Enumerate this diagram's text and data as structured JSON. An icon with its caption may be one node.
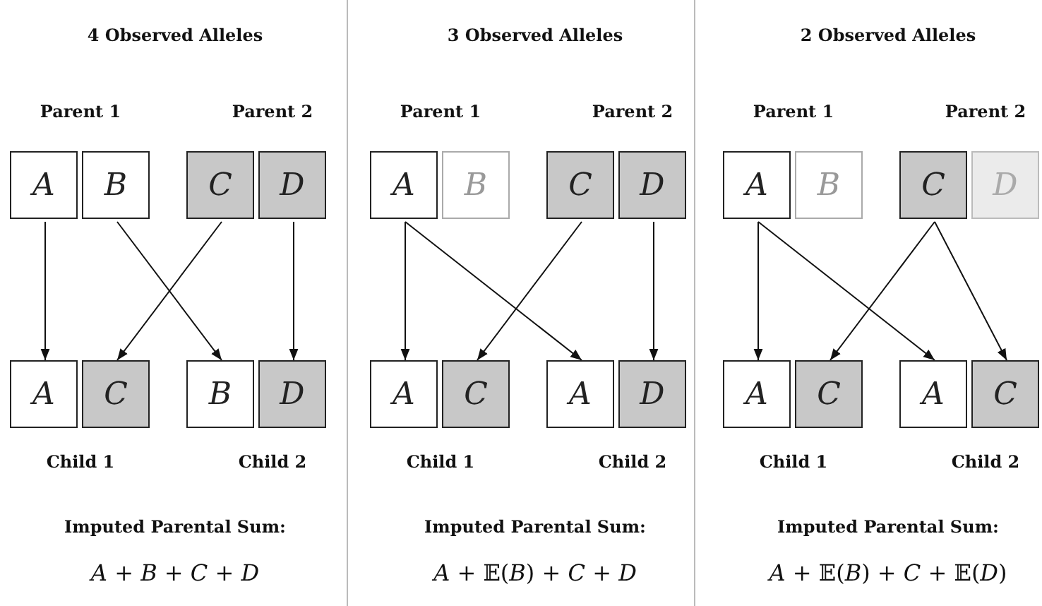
{
  "diagram": {
    "nodes": [
      {
        "text": [
          "A"
        ]
      },
      {
        "text": [
          "B"
        ]
      },
      {
        "text": [
          "C"
        ]
      },
      {
        "text": [
          "D"
        ]
      },
      {
        "text": [
          "A"
        ]
      },
      {
        "text": [
          "C"
        ]
      },
      {
        "text": [
          "B"
        ]
      },
      {
        "text": [
          "D"
        ]
      },
      {
        "text": [
          "A"
        ]
      },
      {
        "text": [
          "B"
        ]
      },
      {
        "text": [
          "C"
        ]
      },
      {
        "text": [
          "D"
        ]
      },
      {
        "text": [
          "A"
        ]
      },
      {
        "text": [
          "C"
        ]
      },
      {
        "text": [
          "A"
        ]
      },
      {
        "text": [
          "D"
        ]
      },
      {
        "text": [
          "A"
        ]
      },
      {
        "text": [
          "B"
        ]
      },
      {
        "text": [
          "C"
        ]
      },
      {
        "text": [
          "D"
        ]
      },
      {
        "text": [
          "A"
        ]
      },
      {
        "text": [
          "C"
        ]
      },
      {
        "text": [
          "A"
        ]
      },
      {
        "text": [
          "C"
        ]
      }
    ],
    "edges": [
      {
        "from": 0,
        "to": 4,
        "arrow": "to"
      },
      {
        "from": 1,
        "to": 6,
        "arrow": "to"
      },
      {
        "from": 2,
        "to": 5,
        "arrow": "to"
      },
      {
        "from": 3,
        "to": 7,
        "arrow": "to"
      },
      {
        "from": 8,
        "to": 12,
        "arrow": "to"
      },
      {
        "from": 8,
        "to": 14,
        "arrow": "to"
      },
      {
        "from": 10,
        "to": 13,
        "arrow": "to"
      },
      {
        "from": 11,
        "to": 15,
        "arrow": "to"
      },
      {
        "from": 16,
        "to": 20,
        "arrow": "to"
      },
      {
        "from": 16,
        "to": 22,
        "arrow": "to"
      },
      {
        "from": 18,
        "to": 21,
        "arrow": "to"
      },
      {
        "from": 18,
        "to": 23,
        "arrow": "to"
      }
    ],
    "labels": [
      "4 Observed Alleles",
      "Parent 1",
      "Parent 2",
      "Child 1",
      "Child 2",
      "Imputed Parental Sum:",
      "*A* + *B* + *C* + *D*",
      "3 Observed Alleles",
      "Parent 1",
      "Parent 2",
      "Child 1",
      "Child 2",
      "Imputed Parental Sum:",
      "*A* + 𝔼(*B*) + *C* + *D*",
      "2 Observed Alleles",
      "Parent 1",
      "Parent 2",
      "Child 1",
      "Child 2",
      "Imputed Parental Sum:",
      "*A* + 𝔼(*B*) + *C* + 𝔼(*D*)"
    ]
  }
}
